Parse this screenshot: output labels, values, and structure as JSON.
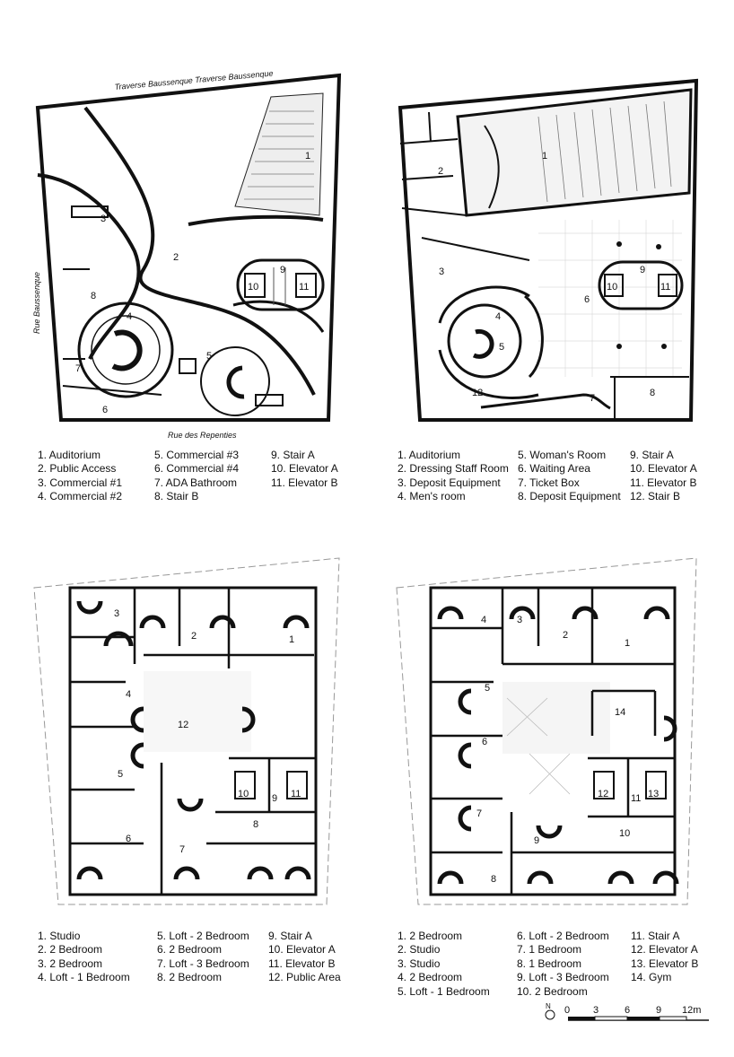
{
  "streets": {
    "top": "Traverse Baussenque Traverse Baussenque",
    "left": "Rue Baussenque",
    "bottom": "Rue des Repenties"
  },
  "plan1": {
    "labels": [
      "1",
      "2",
      "3",
      "4",
      "5",
      "6",
      "7",
      "8",
      "9",
      "10",
      "11"
    ],
    "legend": [
      [
        "1.  Auditorium",
        "2.  Public Access",
        "3.  Commercial #1",
        "4.  Commercial #2"
      ],
      [
        "5.  Commercial #3",
        "6.  Commercial #4",
        "7.  ADA Bathroom",
        "8.  Stair B"
      ],
      [
        "9.  Stair A",
        "10.  Elevator A",
        "11.  Elevator B"
      ]
    ]
  },
  "plan2": {
    "labels": [
      "1",
      "2",
      "3",
      "4",
      "5",
      "6",
      "7",
      "8",
      "9",
      "10",
      "11",
      "12"
    ],
    "legend": [
      [
        "1.  Auditorium",
        "2.  Dressing Staff Room",
        "3.  Deposit Equipment",
        "4.  Men's room"
      ],
      [
        "5.  Woman's Room",
        "6.  Waiting Area",
        "7.  Ticket Box",
        "8.  Deposit Equipment"
      ],
      [
        "9.  Stair A",
        "10.  Elevator A",
        "11.  Elevator B",
        "12.  Stair B"
      ]
    ]
  },
  "plan3": {
    "labels": [
      "1",
      "2",
      "3",
      "4",
      "5",
      "6",
      "7",
      "8",
      "9",
      "10",
      "11",
      "12"
    ],
    "legend": [
      [
        "1.  Studio",
        "2.  2 Bedroom",
        "3.  2 Bedroom",
        "4.  Loft - 1 Bedroom"
      ],
      [
        "5.  Loft - 2 Bedroom",
        "6.  2 Bedroom",
        "7.  Loft - 3 Bedroom",
        "8.  2 Bedroom"
      ],
      [
        "9.  Stair A",
        "10.  Elevator A",
        "11.  Elevator B",
        "12.  Public Area"
      ]
    ]
  },
  "plan4": {
    "labels": [
      "1",
      "2",
      "3",
      "4",
      "5",
      "6",
      "7",
      "8",
      "9",
      "10",
      "11",
      "12",
      "13",
      "14"
    ],
    "legend": [
      [
        "1.  2 Bedroom",
        "2.  Studio",
        "3.  Studio",
        "4.  2 Bedroom",
        "5.  Loft - 1 Bedroom"
      ],
      [
        "6.  Loft - 2 Bedroom",
        "7.  1 Bedroom",
        "8.  1 Bedroom",
        "9.  Loft - 3 Bedroom",
        "10.  2 Bedroom"
      ],
      [
        "11.  Stair A",
        "12.  Elevator A",
        "13.  Elevator B",
        "14.  Gym"
      ]
    ]
  },
  "scale": {
    "north": "N",
    "ticks": [
      "0",
      "3",
      "6",
      "9",
      "12m"
    ]
  }
}
